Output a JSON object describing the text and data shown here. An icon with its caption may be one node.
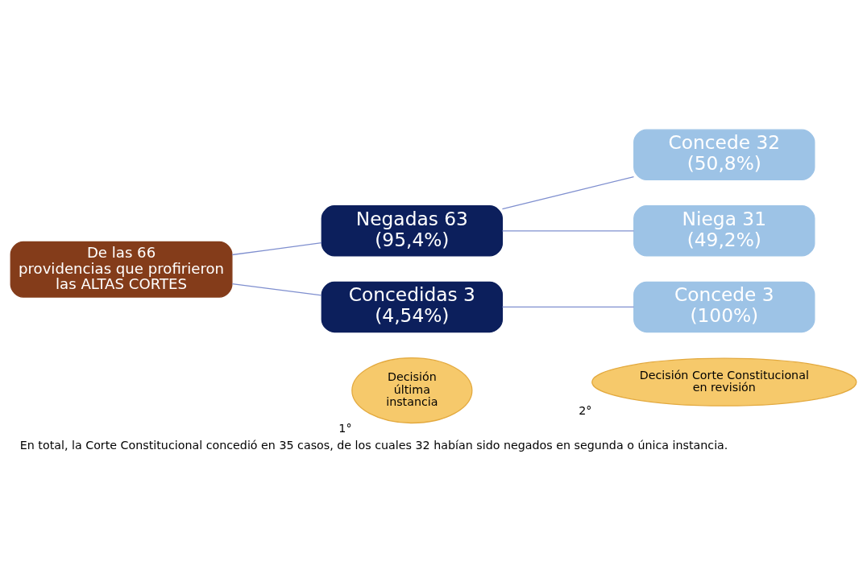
{
  "diagram": {
    "caption": "En total, la Corte Constitucional concedió en 35 casos, de los cuales 32 habían sido negados en segunda o única instancia.",
    "nodes": [
      {
        "text": [
          "Decisión última instancia"
        ],
        "beside": [
          "1°"
        ]
      },
      {
        "text": [
          "Decisión Corte Constitucional en revisión"
        ],
        "beside": [
          "2°"
        ]
      },
      {
        "text": [
          "De las 66 providencias que profirieron las ALTAS CORTES"
        ]
      },
      {
        "text": [
          "Negadas 63 (95,4%)"
        ]
      },
      {
        "text": [
          "Concedidas 3 (4,54%)"
        ]
      },
      {
        "text": [
          "Concede 32 (50,8%)"
        ]
      },
      {
        "text": [
          "Niega 31 (49,2%)"
        ]
      },
      {
        "text": [
          "Concede 3 (100%)"
        ]
      }
    ],
    "edges": [
      {
        "from": 2,
        "to": 3,
        "arrow": "none"
      },
      {
        "from": 2,
        "to": 4,
        "arrow": "none"
      },
      {
        "from": 3,
        "to": 5,
        "arrow": "none"
      },
      {
        "from": 3,
        "to": 6,
        "arrow": "none"
      },
      {
        "from": 4,
        "to": 7,
        "arrow": "none"
      }
    ]
  }
}
